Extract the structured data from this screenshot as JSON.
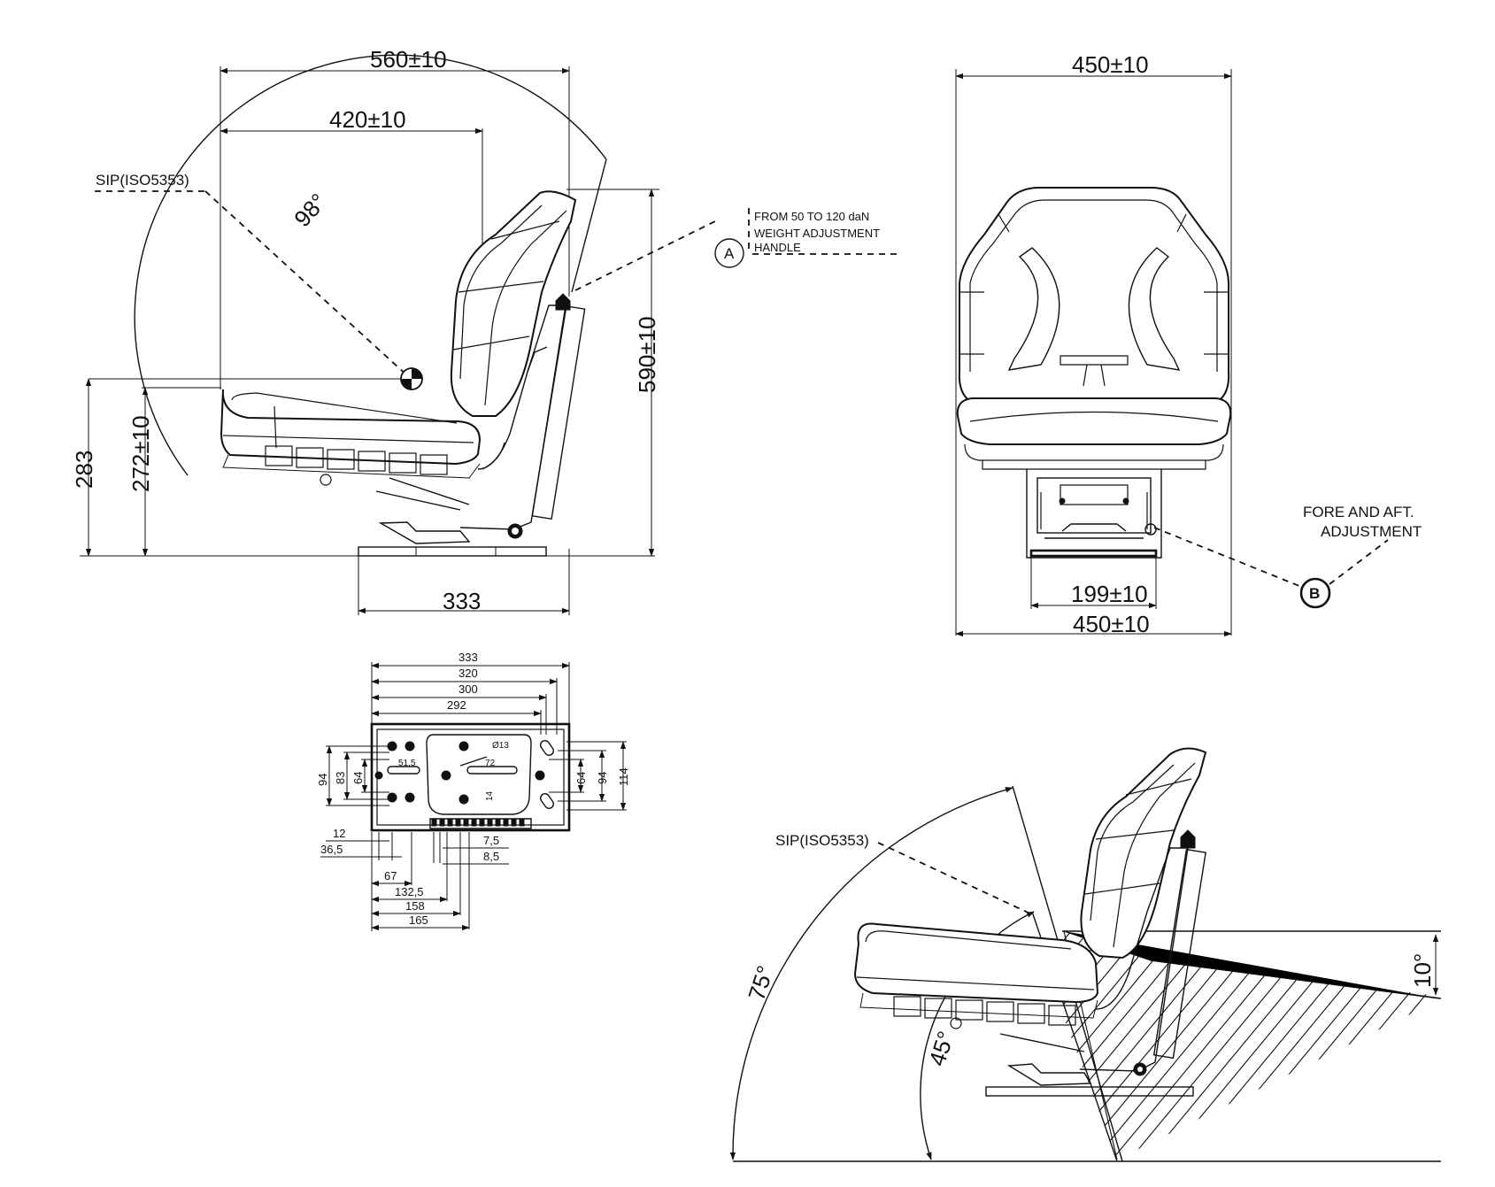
{
  "side_view": {
    "dims": {
      "overall_depth": "560±10",
      "seat_depth": "420±10",
      "height": "590±10",
      "sip_height": "272±10",
      "seat_height": "283",
      "base_length": "333"
    },
    "angle": "98°",
    "sip_label": "SIP(ISO5353)",
    "callout_letter": "A",
    "callout_lines": [
      "FROM 50 TO 120 daN",
      "WEIGHT ADJUSTMENT",
      "HANDLE"
    ]
  },
  "front_view": {
    "dims": {
      "top_width": "450±10",
      "bottom_width": "450±10",
      "rail_width": "199±10"
    },
    "callout_letter": "B",
    "callout_lines": [
      "FORE AND AFT.",
      "ADJUSTMENT"
    ]
  },
  "base_plate": {
    "top_dims": [
      "333",
      "320",
      "300",
      "292"
    ],
    "left_dims": [
      "94",
      "83",
      "64"
    ],
    "right_dims": [
      "64",
      "94",
      "114"
    ],
    "inner_labels": [
      "51,5",
      "72",
      "Ø13",
      "14"
    ],
    "bottom_left": [
      "12",
      "36,5"
    ],
    "bottom_right": [
      "7,5",
      "8,5"
    ],
    "bottom_dims": [
      "67",
      "132,5",
      "158",
      "165"
    ]
  },
  "tilt_view": {
    "sip_label": "SIP(ISO5353)",
    "angles": [
      "75°",
      "45°",
      "10°"
    ]
  }
}
